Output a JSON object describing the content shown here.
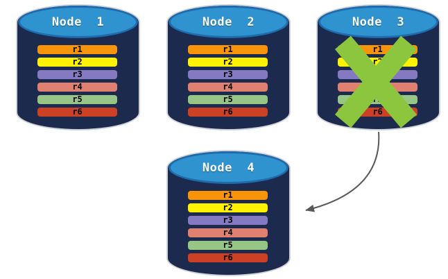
{
  "nodes": [
    {
      "id": "node-1",
      "title": "Node  1",
      "failed": false
    },
    {
      "id": "node-2",
      "title": "Node  2",
      "failed": false
    },
    {
      "id": "node-3",
      "title": "Node  3",
      "failed": true
    },
    {
      "id": "node-4",
      "title": "Node  4",
      "failed": false
    }
  ],
  "rows": [
    {
      "label": "r1",
      "color": "#F7940A"
    },
    {
      "label": "r2",
      "color": "#FEF200"
    },
    {
      "label": "r3",
      "color": "#8579C1"
    },
    {
      "label": "r4",
      "color": "#E08070"
    },
    {
      "label": "r5",
      "color": "#97C585"
    },
    {
      "label": "r6",
      "color": "#CC4125"
    }
  ],
  "colors": {
    "cylinder_body": "#1B2A4D",
    "cylinder_top": "#2F93D0",
    "cylinder_top_border": "#1E6CAD",
    "failure_x": "#8CC63F",
    "arrow": "#595959",
    "row_text": "#000000",
    "title_text": "#ffffff"
  },
  "icons": {
    "failure_x": "x-mark-icon",
    "arrow": "curved-arrow-icon"
  }
}
